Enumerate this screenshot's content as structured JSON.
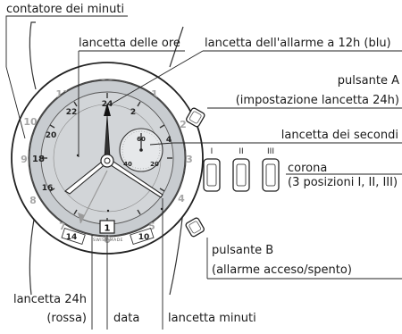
{
  "labels": {
    "minute_counter": "contatore dei minuti",
    "hour_hand": "lancetta delle ore",
    "alarm_hand": "lancetta dell'allarme a 12h (blu)",
    "pusher_a_title": "pulsante A",
    "pusher_a_desc": "(impostazione lancetta 24h)",
    "seconds_hand": "lancetta dei secondi",
    "crown_title": "corona",
    "crown_desc": "(3 posizioni I, II, III)",
    "pusher_b_title": "pulsante B",
    "pusher_b_desc": "(allarme acceso/spento)",
    "hand_24h_line1": "lancetta 24h",
    "hand_24h_line2": "(rossa)",
    "date": "data",
    "minute_hand": "lancetta minuti"
  },
  "dial": {
    "bezel_numbers": [
      "12",
      "1",
      "2",
      "3",
      "4",
      "5",
      "6",
      "7",
      "8",
      "9",
      "10",
      "11"
    ],
    "hours24_marks": [
      "24",
      "2",
      "4",
      "14",
      "10",
      "16",
      "18",
      "20",
      "22"
    ],
    "subdial_numbers": [
      "60",
      "20",
      "40"
    ],
    "date_value": "1",
    "maker_text": "SWISS MADE",
    "crown_positions": [
      "I",
      "II",
      "III"
    ]
  }
}
